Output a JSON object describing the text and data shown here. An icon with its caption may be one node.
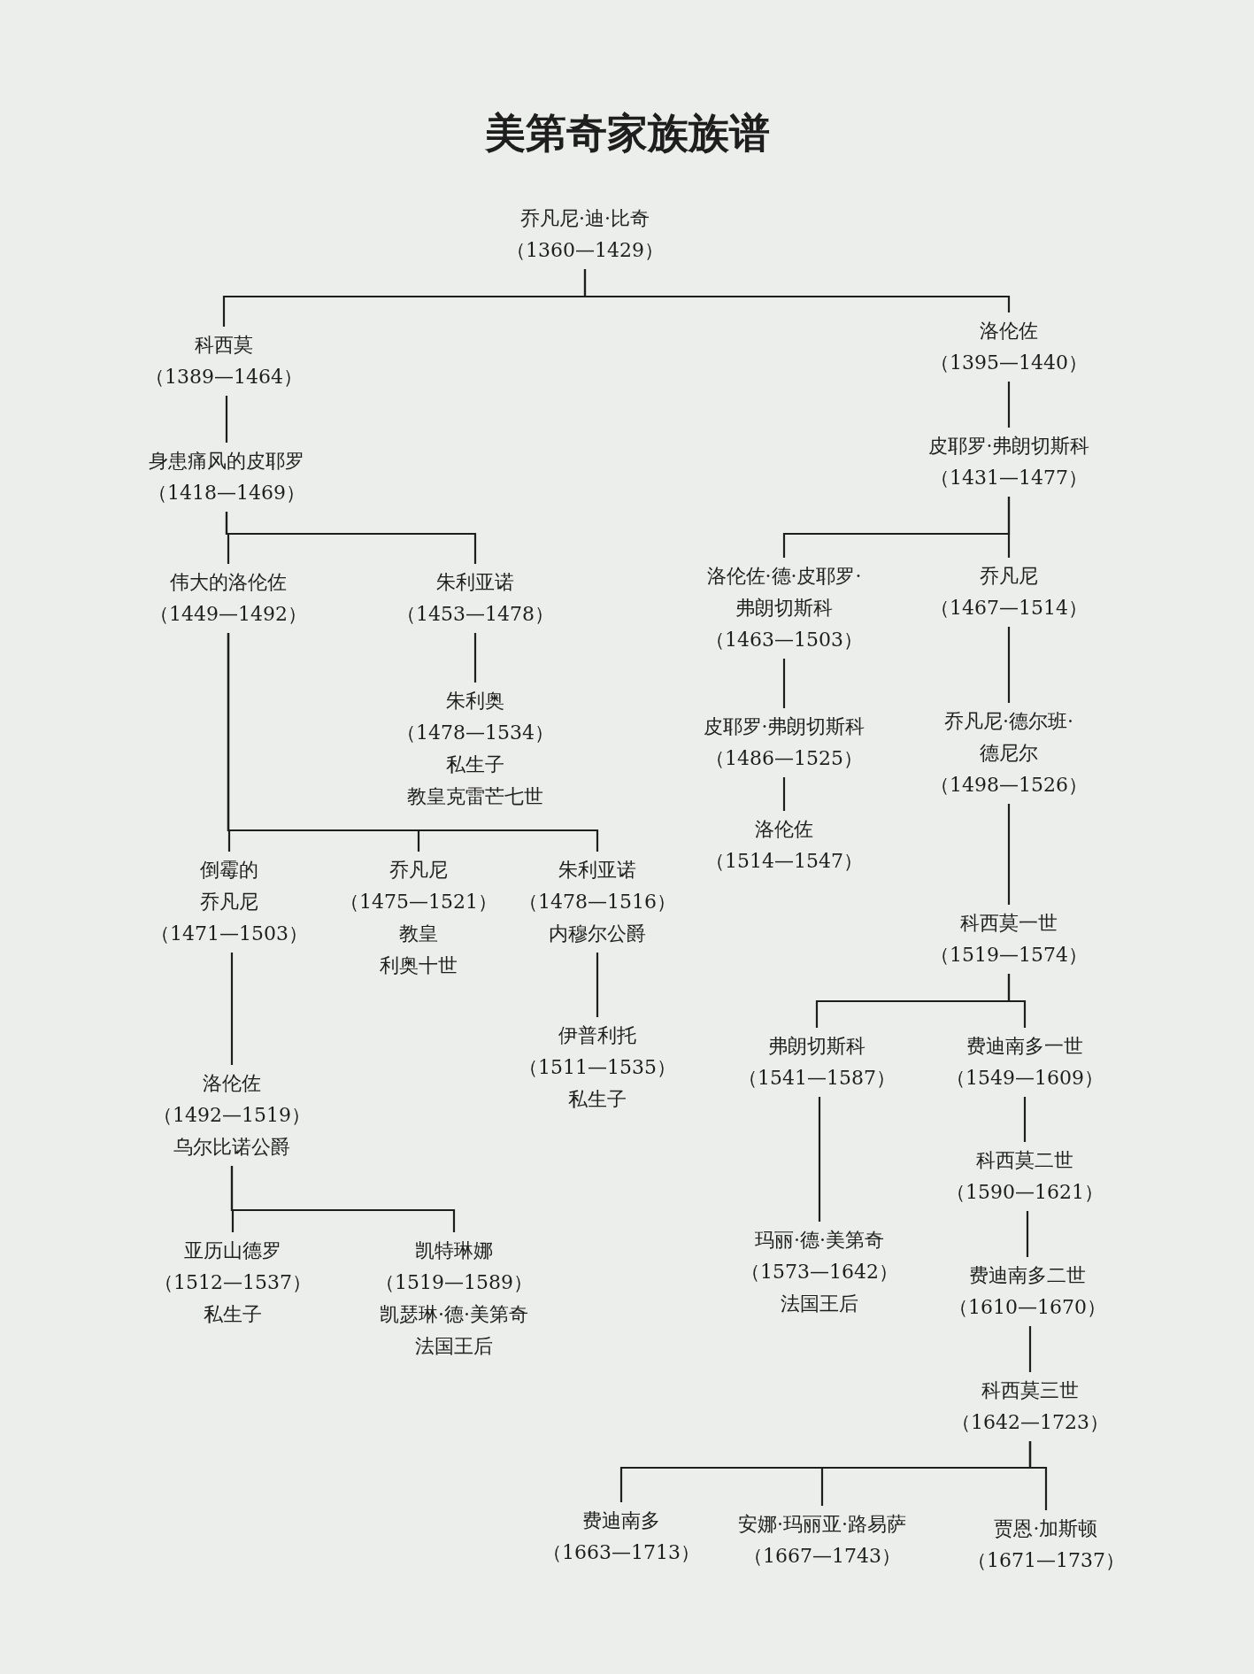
{
  "diagram": {
    "title": "美第奇家族族谱",
    "nodes": [
      {
        "text": [
          "乔凡尼·迪·比奇",
          "（1360—1429）"
        ]
      },
      {
        "text": [
          "科西莫",
          "（1389—1464）"
        ]
      },
      {
        "text": [
          "洛伦佐",
          "（1395—1440）"
        ]
      },
      {
        "text": [
          "身患痛风的皮耶罗",
          "（1418—1469）"
        ]
      },
      {
        "text": [
          "皮耶罗·弗朗切斯科",
          "（1431—1477）"
        ]
      },
      {
        "text": [
          "伟大的洛伦佐",
          "（1449—1492）"
        ]
      },
      {
        "text": [
          "朱利亚诺",
          "（1453—1478）"
        ]
      },
      {
        "text": [
          "洛伦佐·德·皮耶罗·弗朗切斯科",
          "（1463—1503）"
        ]
      },
      {
        "text": [
          "乔凡尼",
          "（1467—1514）"
        ]
      },
      {
        "text": [
          "朱利奥",
          "（1478—1534）",
          "私生子",
          "教皇克雷芒七世"
        ]
      },
      {
        "text": [
          "皮耶罗·弗朗切斯科",
          "（1486—1525）"
        ]
      },
      {
        "text": [
          "乔凡尼·德尔班·德尼尔",
          "（1498—1526）"
        ]
      },
      {
        "text": [
          "洛伦佐",
          "（1514—1547）"
        ]
      },
      {
        "text": [
          "倒霉的乔凡尼",
          "（1471—1503）"
        ]
      },
      {
        "text": [
          "乔凡尼",
          "（1475—1521）",
          "教皇",
          "利奥十世"
        ]
      },
      {
        "text": [
          "朱利亚诺",
          "（1478—1516）",
          "内穆尔公爵"
        ]
      },
      {
        "text": [
          "科西莫一世",
          "（1519—1574）"
        ]
      },
      {
        "text": [
          "伊普利托",
          "（1511—1535）",
          "私生子"
        ]
      },
      {
        "text": [
          "弗朗切斯科",
          "（1541—1587）"
        ]
      },
      {
        "text": [
          "费迪南多一世",
          "（1549—1609）"
        ]
      },
      {
        "text": [
          "洛伦佐",
          "（1492—1519）",
          "乌尔比诺公爵"
        ]
      },
      {
        "text": [
          "科西莫二世",
          "（1590—1621）"
        ]
      },
      {
        "text": [
          "玛丽·德·美第奇",
          "（1573—1642）",
          "法国王后"
        ]
      },
      {
        "text": [
          "亚历山德罗",
          "（1512—1537）",
          "私生子"
        ]
      },
      {
        "text": [
          "凯特琳娜",
          "（1519—1589）",
          "凯瑟琳·德·美第奇",
          "法国王后"
        ]
      },
      {
        "text": [
          "费迪南多二世",
          "（1610—1670）"
        ]
      },
      {
        "text": [
          "科西莫三世",
          "（1642—1723）"
        ]
      },
      {
        "text": [
          "费迪南多",
          "（1663—1713）"
        ]
      },
      {
        "text": [
          "安娜·玛丽亚·路易萨",
          "（1667—1743）"
        ]
      },
      {
        "text": [
          "贾恩·加斯顿",
          "（1671—1737）"
        ]
      }
    ],
    "edges": [
      {
        "from": 0,
        "to": 1,
        "arrow": "none"
      },
      {
        "from": 0,
        "to": 2,
        "arrow": "none"
      },
      {
        "from": 1,
        "to": 3,
        "arrow": "none"
      },
      {
        "from": 2,
        "to": 4,
        "arrow": "none"
      },
      {
        "from": 3,
        "to": 5,
        "arrow": "none"
      },
      {
        "from": 3,
        "to": 6,
        "arrow": "none"
      },
      {
        "from": 4,
        "to": 7,
        "arrow": "none"
      },
      {
        "from": 4,
        "to": 8,
        "arrow": "none"
      },
      {
        "from": 6,
        "to": 9,
        "arrow": "none"
      },
      {
        "from": 7,
        "to": 10,
        "arrow": "none"
      },
      {
        "from": 8,
        "to": 11,
        "arrow": "none"
      },
      {
        "from": 10,
        "to": 12,
        "arrow": "none"
      },
      {
        "from": 5,
        "to": 13,
        "arrow": "none"
      },
      {
        "from": 5,
        "to": 14,
        "arrow": "none"
      },
      {
        "from": 5,
        "to": 15,
        "arrow": "none"
      },
      {
        "from": 11,
        "to": 16,
        "arrow": "none"
      },
      {
        "from": 15,
        "to": 17,
        "arrow": "none"
      },
      {
        "from": 16,
        "to": 18,
        "arrow": "none"
      },
      {
        "from": 16,
        "to": 19,
        "arrow": "none"
      },
      {
        "from": 13,
        "to": 20,
        "arrow": "none"
      },
      {
        "from": 19,
        "to": 21,
        "arrow": "none"
      },
      {
        "from": 18,
        "to": 22,
        "arrow": "none"
      },
      {
        "from": 20,
        "to": 23,
        "arrow": "none"
      },
      {
        "from": 20,
        "to": 24,
        "arrow": "none"
      },
      {
        "from": 21,
        "to": 25,
        "arrow": "none"
      },
      {
        "from": 25,
        "to": 26,
        "arrow": "none"
      },
      {
        "from": 26,
        "to": 27,
        "arrow": "none"
      },
      {
        "from": 26,
        "to": 28,
        "arrow": "none"
      },
      {
        "from": 26,
        "to": 29,
        "arrow": "none"
      }
    ]
  }
}
